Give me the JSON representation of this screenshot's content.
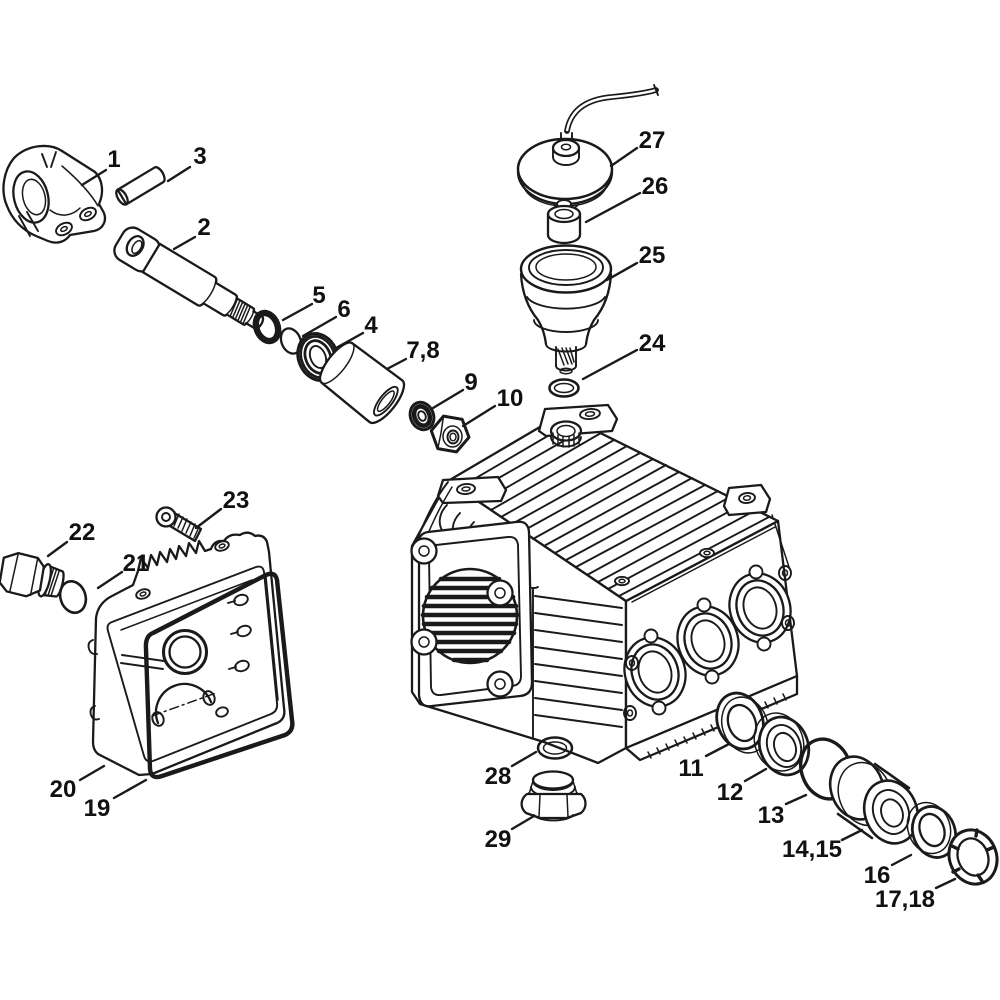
{
  "diagram": {
    "figure_type": "exploded-parts-diagram",
    "background_color": "#ffffff",
    "line_color": "#1a1a1a",
    "label_color": "#111111",
    "callouts": [
      {
        "text": "1"
      },
      {
        "text": "2"
      },
      {
        "text": "3"
      },
      {
        "text": "4"
      },
      {
        "text": "5"
      },
      {
        "text": "6"
      },
      {
        "text": "7,8"
      },
      {
        "text": "9"
      },
      {
        "text": "10"
      },
      {
        "text": "11"
      },
      {
        "text": "12"
      },
      {
        "text": "13"
      },
      {
        "text": "14,15"
      },
      {
        "text": "16"
      },
      {
        "text": "17,18"
      },
      {
        "text": "19"
      },
      {
        "text": "20"
      },
      {
        "text": "21"
      },
      {
        "text": "22"
      },
      {
        "text": "23"
      },
      {
        "text": "24"
      },
      {
        "text": "25"
      },
      {
        "text": "26"
      },
      {
        "text": "27"
      },
      {
        "text": "28"
      },
      {
        "text": "29"
      }
    ]
  }
}
